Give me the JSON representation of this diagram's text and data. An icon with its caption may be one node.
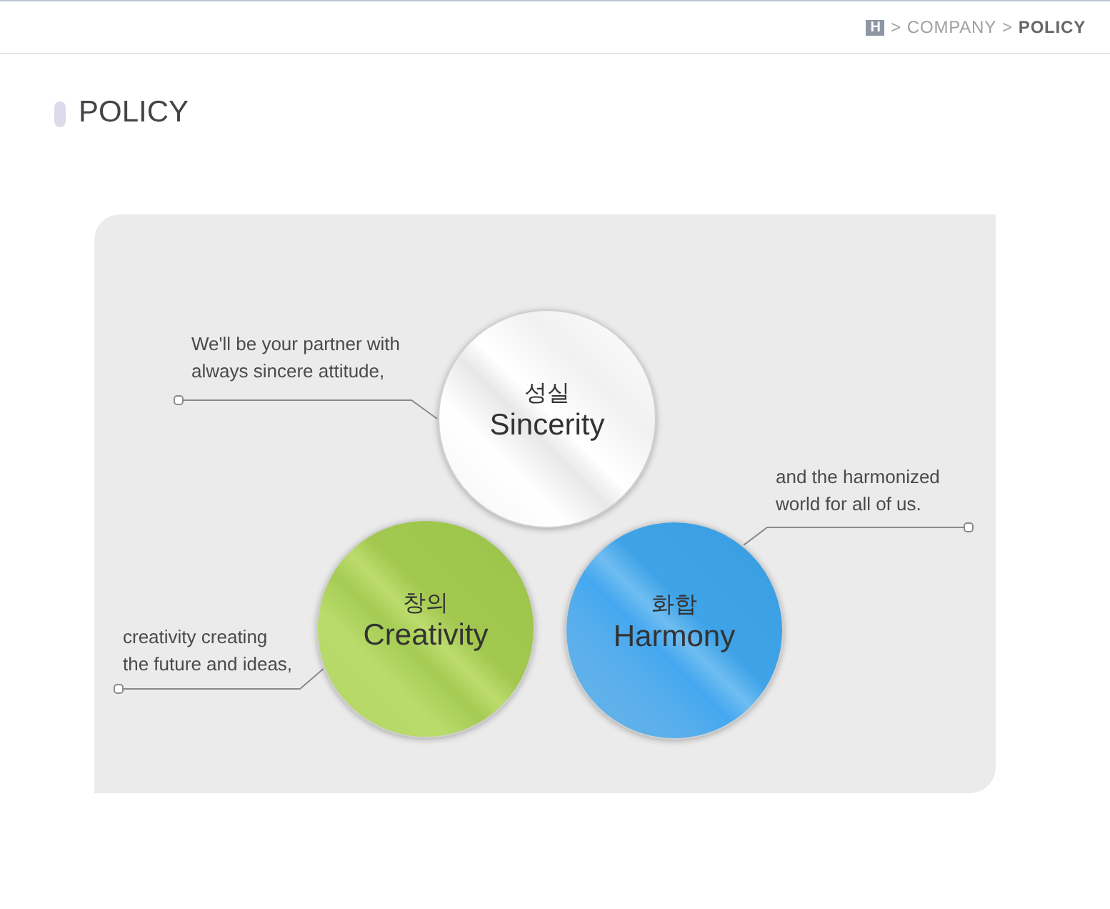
{
  "diagram": {
    "title": "POLICY",
    "nodes": [
      {
        "text": [
          "We'll be your partner with always sincere attitude,"
        ]
      },
      {
        "text": [
          "성실",
          "Sincerity"
        ]
      },
      {
        "text": [
          "and the harmonized world for all of us."
        ]
      },
      {
        "text": [
          "창의",
          "Creativity"
        ]
      },
      {
        "text": [
          "화합",
          "Harmony"
        ]
      },
      {
        "text": [
          "creativity creating the future and ideas,"
        ]
      }
    ],
    "edges": [
      {
        "from": 0,
        "to": 1,
        "arrow": "other"
      },
      {
        "from": 2,
        "to": 4,
        "arrow": "other"
      },
      {
        "from": 5,
        "to": 3,
        "arrow": "other"
      }
    ],
    "labels": [
      "H",
      ">",
      "COMPANY",
      ">",
      "POLICY"
    ]
  }
}
